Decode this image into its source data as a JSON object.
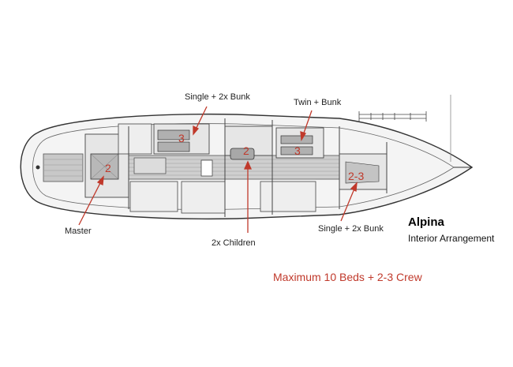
{
  "vessel": {
    "name": "Alpina",
    "subtitle": "Interior Arrangement",
    "capacity": "Maximum 10 Beds + 2-3 Crew"
  },
  "cabins": {
    "master": {
      "label": "Master",
      "beds": "2"
    },
    "children": {
      "label": "2x Children",
      "beds": "2"
    },
    "single_bunk_top": {
      "label": "Single + 2x Bunk",
      "beds": "3"
    },
    "twin_bunk": {
      "label": "Twin + Bunk",
      "beds": "3"
    },
    "single_bunk_aft": {
      "label": "Single + 2x Bunk",
      "beds": "2-3"
    }
  },
  "colors": {
    "accent": "#c0392b",
    "line": "#333333",
    "deck": "#8a8a8a"
  }
}
